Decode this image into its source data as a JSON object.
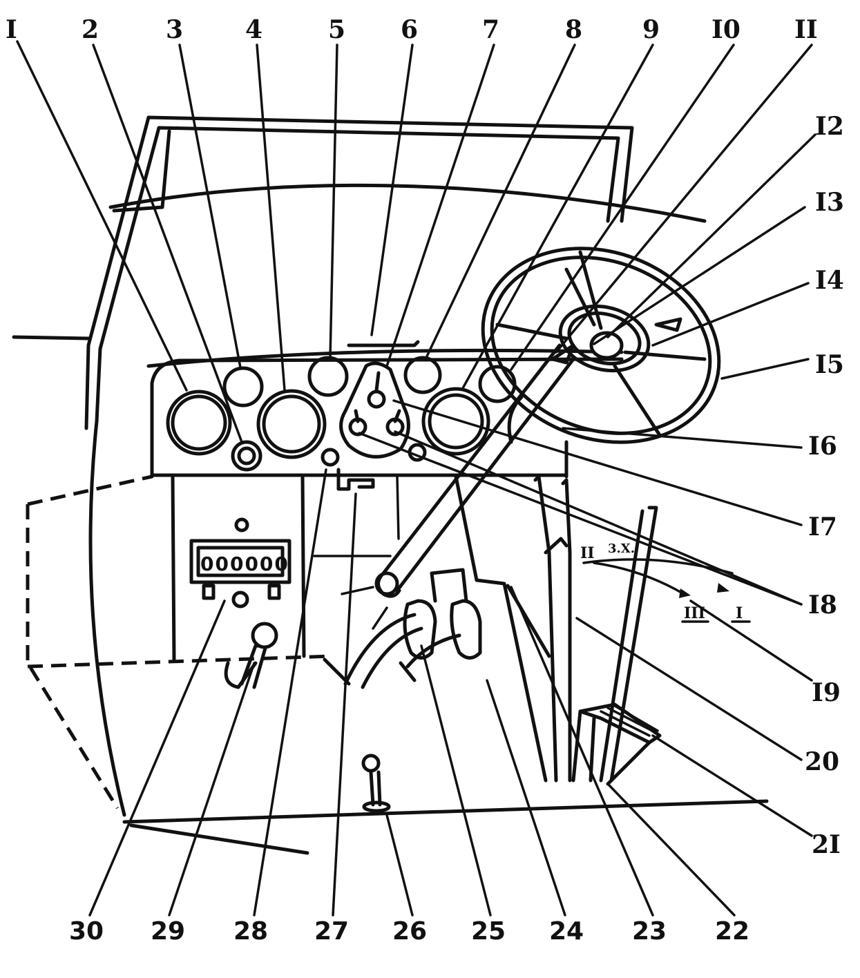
{
  "labels_top": [
    "I",
    "2",
    "3",
    "4",
    "5",
    "6",
    "7",
    "8",
    "9",
    "I0",
    "II"
  ],
  "labels_right": [
    "I2",
    "I3",
    "I4",
    "I5",
    "I6",
    "I7",
    "I8",
    "I9",
    "20",
    "2I"
  ],
  "labels_bottom": [
    "30",
    "29",
    "28",
    "27",
    "26",
    "25",
    "24",
    "23",
    "22"
  ],
  "gear_marks": {
    "g2": "II",
    "g3": "III",
    "g1": "I",
    "rev": "3.X."
  },
  "odometer_digits": "000000"
}
